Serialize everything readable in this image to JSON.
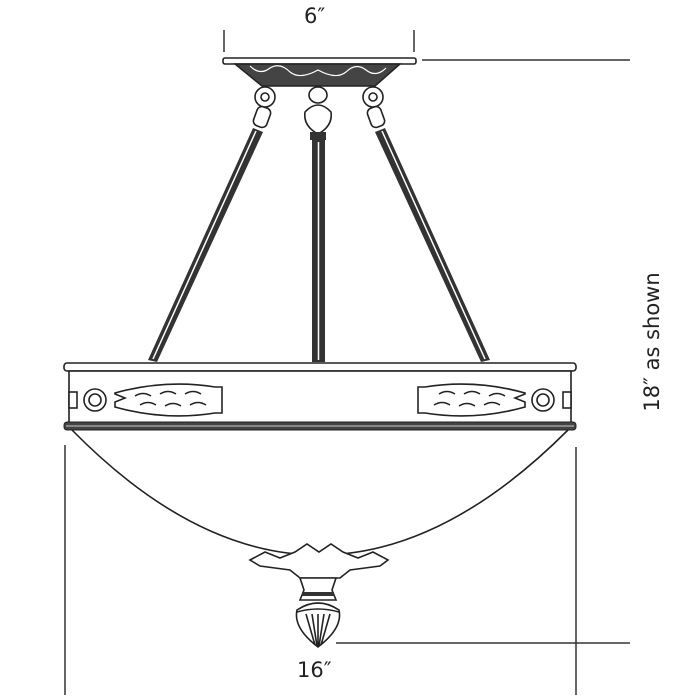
{
  "dimensions": {
    "canopy_width": "6″",
    "fixture_width": "16″",
    "overall_height": "18″ as shown"
  }
}
